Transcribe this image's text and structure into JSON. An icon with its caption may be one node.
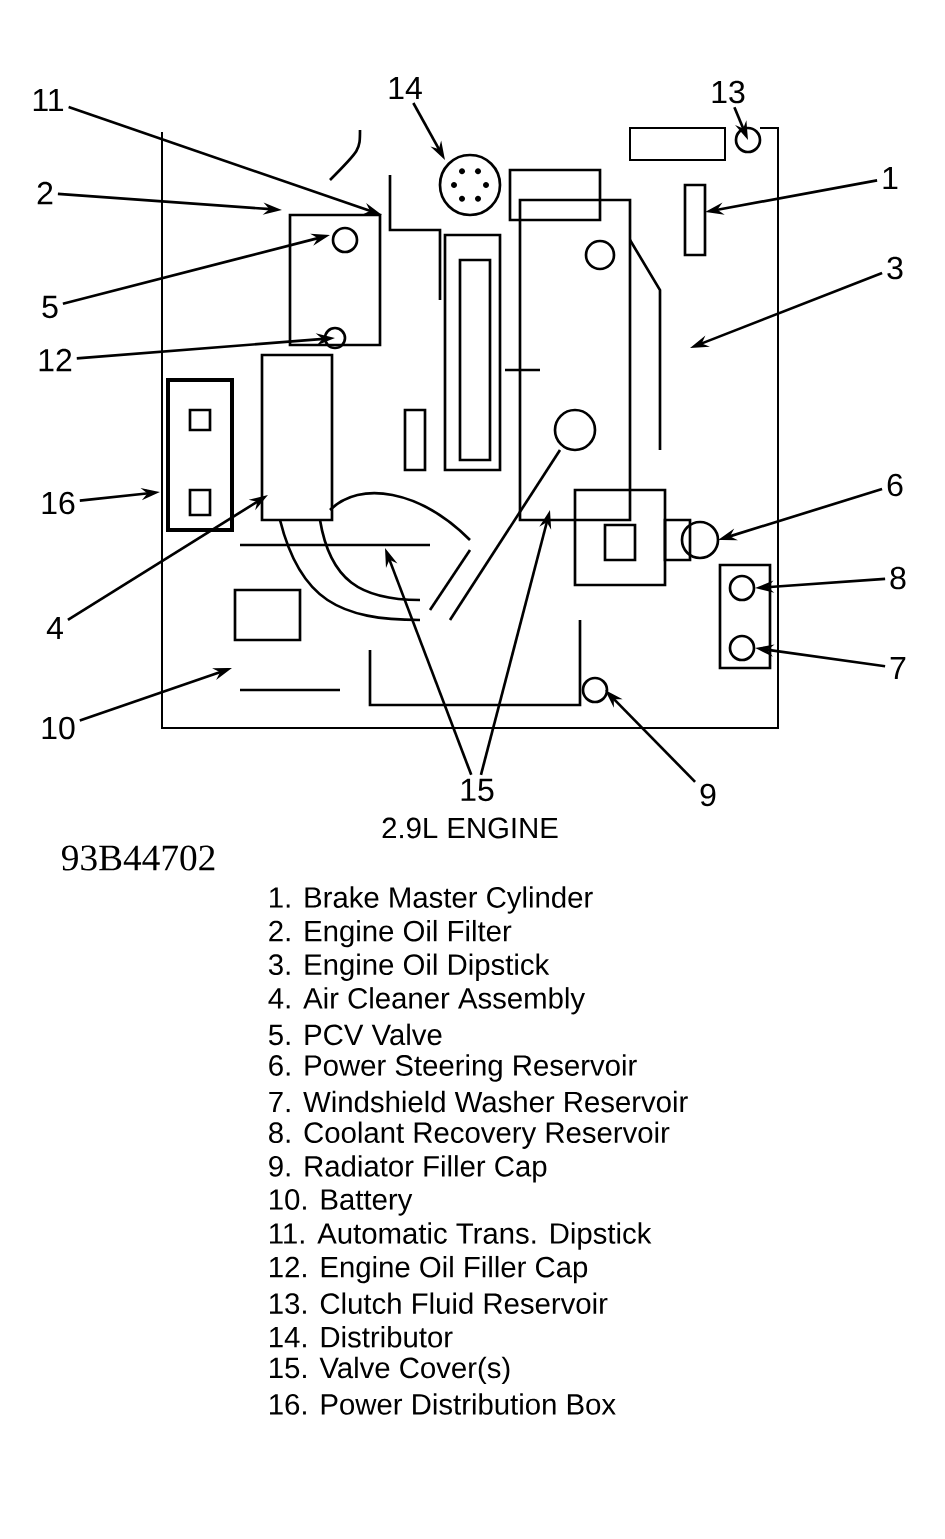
{
  "diagram": {
    "nodes": [
      {
        "text": [
          "1"
        ]
      },
      {
        "text": [
          "2"
        ]
      },
      {
        "text": [
          "3"
        ]
      },
      {
        "text": [
          "4"
        ]
      },
      {
        "text": [
          "5"
        ]
      },
      {
        "text": [
          "6"
        ]
      },
      {
        "text": [
          "7"
        ]
      },
      {
        "text": [
          "8"
        ]
      },
      {
        "text": [
          "9"
        ]
      },
      {
        "text": [
          "10"
        ]
      },
      {
        "text": [
          "11"
        ]
      },
      {
        "text": [
          "12"
        ]
      },
      {
        "text": [
          "13"
        ]
      },
      {
        "text": [
          "14"
        ]
      },
      {
        "text": [
          "15"
        ]
      },
      {
        "text": [
          "16"
        ]
      }
    ],
    "edges": [
      {
        "from": 0,
        "to": null,
        "arrow": "to"
      },
      {
        "from": 1,
        "to": null,
        "arrow": "to"
      },
      {
        "from": 2,
        "to": null,
        "arrow": "to"
      },
      {
        "from": 3,
        "to": null,
        "arrow": "to"
      },
      {
        "from": 4,
        "to": null,
        "arrow": "to"
      },
      {
        "from": 5,
        "to": null,
        "arrow": "to"
      },
      {
        "from": 6,
        "to": null,
        "arrow": "to"
      },
      {
        "from": 7,
        "to": null,
        "arrow": "to"
      },
      {
        "from": 8,
        "to": null,
        "arrow": "to"
      },
      {
        "from": 9,
        "to": null,
        "arrow": "to"
      },
      {
        "from": 10,
        "to": null,
        "arrow": "to"
      },
      {
        "from": 11,
        "to": null,
        "arrow": "to"
      },
      {
        "from": 12,
        "to": null,
        "arrow": "to"
      },
      {
        "from": 13,
        "to": null,
        "arrow": "to"
      },
      {
        "from": 14,
        "to": null,
        "arrow": "to"
      },
      {
        "from": 14,
        "to": null,
        "arrow": "to"
      },
      {
        "from": 15,
        "to": null,
        "arrow": "to"
      }
    ],
    "labels": [
      "2.9L ENGINE",
      "93B44702",
      "1. Brake Master Cylinder",
      "2. Engine Oil Filter",
      "3. Engine Oil Dipstick",
      "4. Air Cleaner Assembly",
      "5. PCV Valve",
      "6. Power Steering Reservoir",
      "7. Windshield Washer Reservoir",
      "8. Coolant Recovery Reservoir",
      "9. Radiator Filler Cap",
      "10. Battery",
      "11. Automatic Trans. Dipstick",
      "12. Engine Oil Filler Cap",
      "13. Clutch Fluid Reservoir",
      "14. Distributor",
      "15. Valve Cover(s)",
      "16. Power Distribution Box"
    ]
  }
}
